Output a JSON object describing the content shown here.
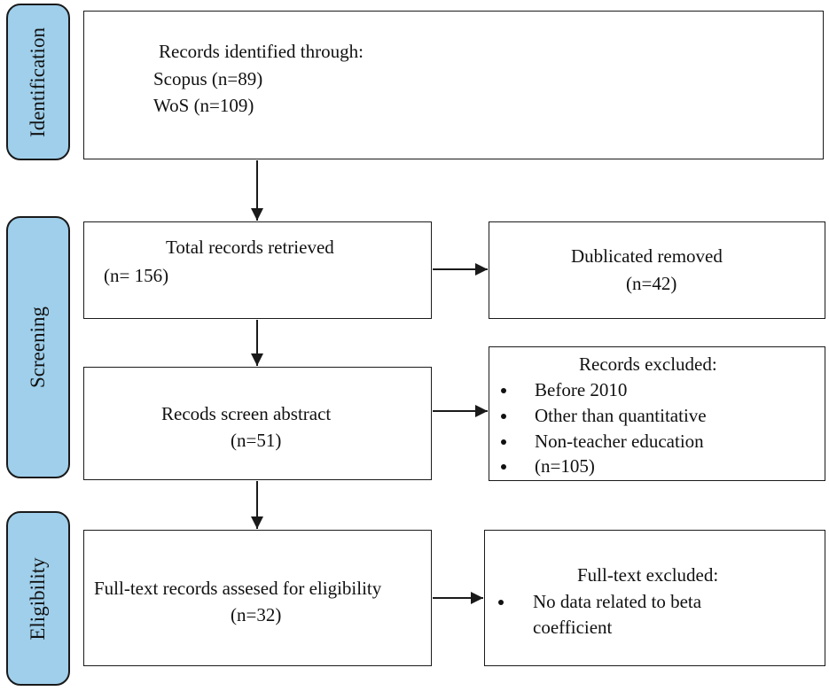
{
  "stages": {
    "identification": "Identification",
    "screening": "Screening",
    "eligibility": "Eligibility"
  },
  "identification_box": {
    "heading": "Records identified through:",
    "line1": "Scopus (n=89)",
    "line2": "WoS (n=109)"
  },
  "total_box": {
    "title": "Total records retrieved",
    "count": "(n= 156)"
  },
  "duplicates_box": {
    "title": "Dublicated removed",
    "count": "(n=42)"
  },
  "abstract_box": {
    "title": "Recods screen abstract",
    "count": "(n=51)"
  },
  "excluded_box": {
    "title": "Records excluded:",
    "items": [
      "Before 2010",
      "Other than quantitative",
      "Non-teacher education",
      "(n=105)"
    ]
  },
  "fulltext_box": {
    "title": "Full-text records assesed for eligibility",
    "count": "(n=32)"
  },
  "fulltext_excluded_box": {
    "title": "Full-text excluded:",
    "item_line1": "No data related to beta",
    "item_line2": "coefficient"
  },
  "colors": {
    "stage_fill": "#9fcfeb",
    "stroke": "#1a1a1a"
  }
}
